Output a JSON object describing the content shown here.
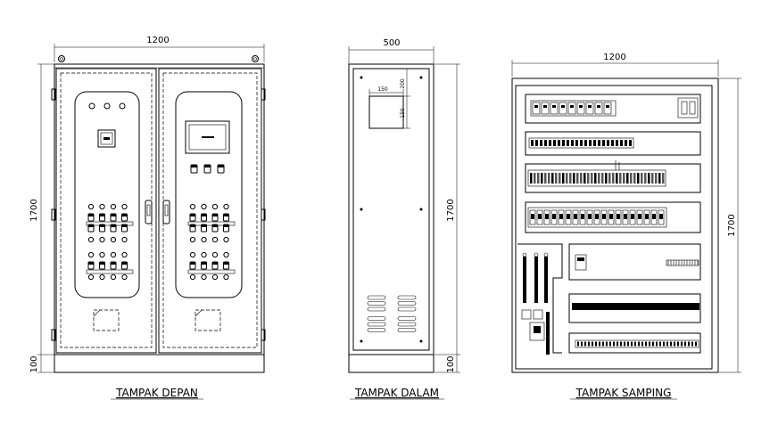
{
  "views": {
    "front": {
      "title": "TAMPAK DEPAN",
      "width_label": "1200",
      "height_label": "1700",
      "base_label": "100"
    },
    "inner": {
      "title": "TAMPAK DALAM",
      "width_label": "500",
      "height_label": "1700",
      "base_label": "100",
      "cutout_width_label": "150",
      "cutout_top_label": "200",
      "cutout_height_label": "150"
    },
    "side": {
      "title": "TAMPAK SAMPING",
      "width_label": "1200",
      "height_label": "1700"
    }
  }
}
